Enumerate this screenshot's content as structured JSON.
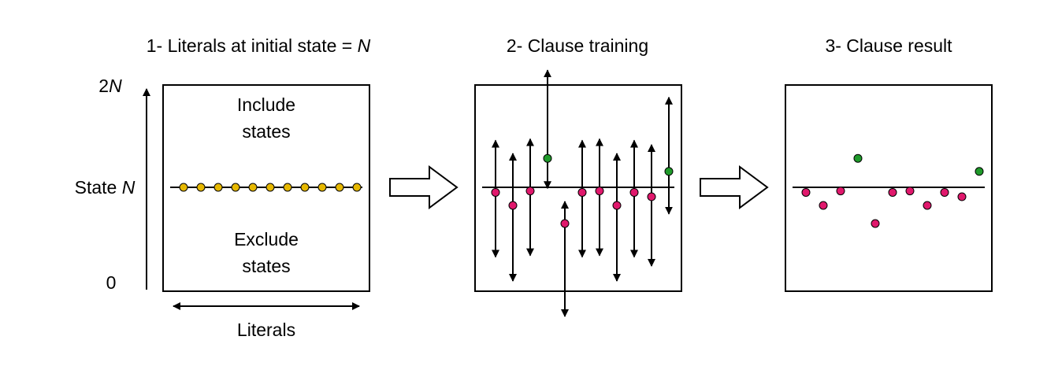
{
  "colors": {
    "background": "#ffffff",
    "stroke": "#000000",
    "literal_dot": "#e6b800",
    "exclude_dot": "#e0186c",
    "include_dot": "#1f9a2a"
  },
  "panel1": {
    "title_prefix": "1- Literals at initial state = ",
    "title_var": "N",
    "y_top_num": "2",
    "y_top_var": "N",
    "y_mid_prefix": "State ",
    "y_mid_var": "N",
    "y_bottom": "0",
    "include_line1": "Include",
    "include_line2": "states",
    "exclude_line1": "Exclude",
    "exclude_line2": "states",
    "x_label": "Literals",
    "literal_count": 11
  },
  "panel2": {
    "title": "2- Clause training"
  },
  "panel3": {
    "title": "3- Clause result"
  },
  "literal_outcomes": [
    {
      "state": "exclude",
      "offset": -0.7
    },
    {
      "state": "exclude",
      "offset": -2.5
    },
    {
      "state": "exclude",
      "offset": -0.5
    },
    {
      "state": "include",
      "offset": 4.0
    },
    {
      "state": "exclude",
      "offset": -5.0
    },
    {
      "state": "exclude",
      "offset": -0.7
    },
    {
      "state": "exclude",
      "offset": -0.5
    },
    {
      "state": "exclude",
      "offset": -2.5
    },
    {
      "state": "exclude",
      "offset": -0.7
    },
    {
      "state": "exclude",
      "offset": -1.3
    },
    {
      "state": "include",
      "offset": 2.2
    }
  ]
}
